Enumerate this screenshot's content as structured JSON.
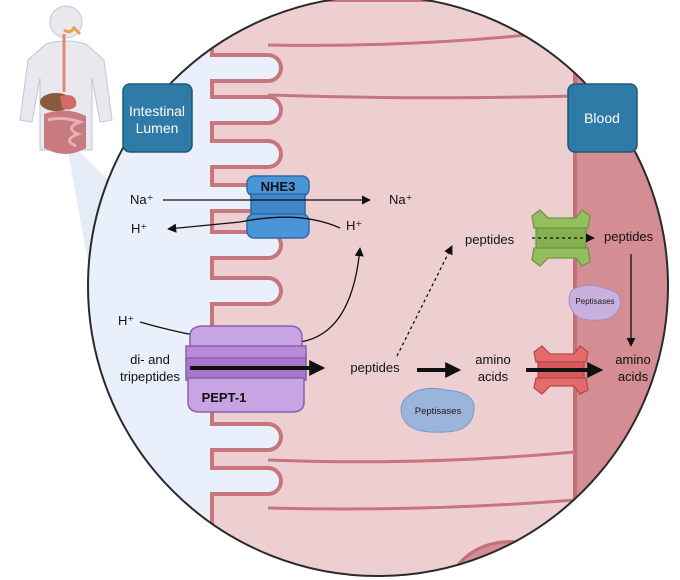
{
  "panels": {
    "lumen": [
      "Intestinal",
      "Lumen"
    ],
    "blood": "Blood"
  },
  "transporters": {
    "nhe3": "NHE3",
    "pept1": "PEPT-1"
  },
  "ions": {
    "na_in": "Na⁺",
    "na_out": "Na⁺",
    "h_out": "H⁺",
    "h_in": "H⁺",
    "h_lumen": "H⁺"
  },
  "substrates": {
    "di_tri": [
      "di- and",
      "tripeptides"
    ],
    "peptides_cell": "peptides",
    "peptides_upper": "peptides",
    "peptides_blood": "peptides",
    "amino_cell": [
      "amino",
      "acids"
    ],
    "amino_blood": [
      "amino",
      "acids"
    ]
  },
  "enzymes": {
    "peptisases_cell": "Peptisases",
    "peptisases_blood": "Peptisases"
  },
  "colors": {
    "lumen_fill": "#e9f0fb",
    "cell_fill": "#edcfd2",
    "blood_fill": "#d48d93",
    "membrane": "#c8767d",
    "panel_box": "#2d7ba6",
    "nhe3": "#4a94d8",
    "pept1": "#b98ad6",
    "green_transporter": "#95bf5e",
    "red_transporter": "#e56b6b",
    "peptisase_blue": "#9bb4dc",
    "peptisase_purple": "#c9b0de"
  },
  "icons": [
    "human-body-digestive-icon",
    "magnifier-cone-icon"
  ]
}
